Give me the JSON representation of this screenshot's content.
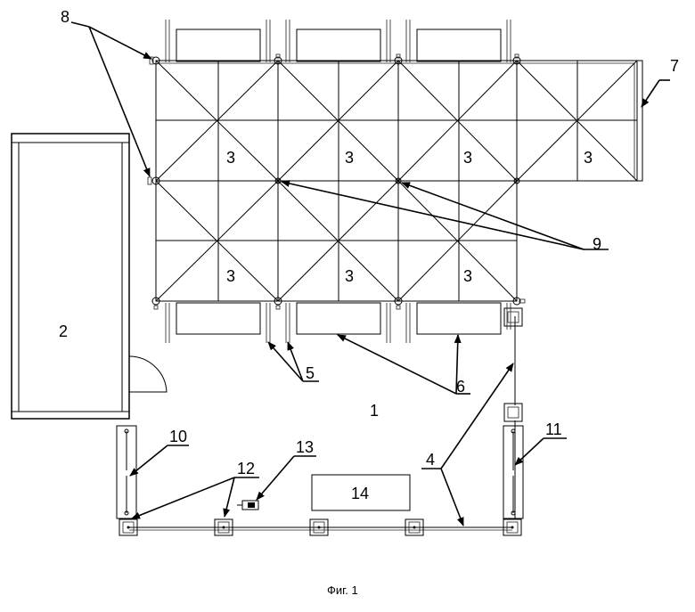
{
  "caption": "Фиг. 1",
  "labels": {
    "l1": "1",
    "l2": "2",
    "l3": "3",
    "l4": "4",
    "l5": "5",
    "l6": "6",
    "l7": "7",
    "l8": "8",
    "l9": "9",
    "l10": "10",
    "l11": "11",
    "l12": "12",
    "l13": "13",
    "l14": "14"
  }
}
